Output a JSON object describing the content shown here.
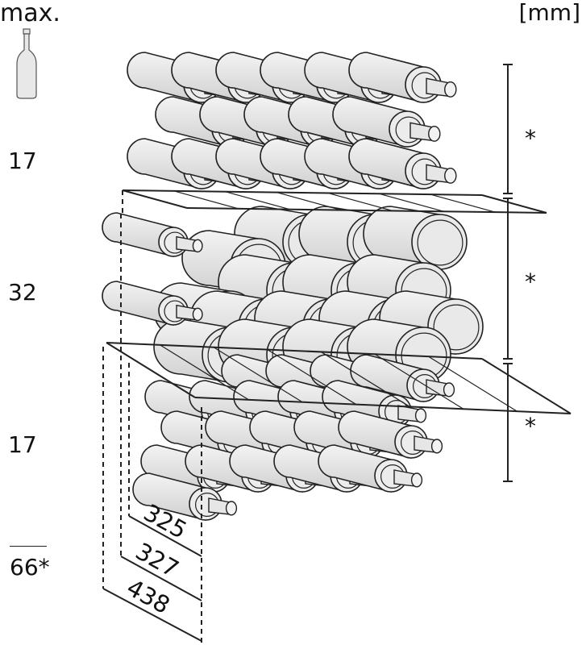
{
  "header": {
    "max_label": "max.",
    "unit_label": "[mm]"
  },
  "shelf_counts": {
    "top": "17",
    "middle": "32",
    "bottom": "17",
    "total": "66*"
  },
  "height_markers": {
    "top": "*",
    "middle": "*",
    "bottom": "*"
  },
  "depth_dimensions": {
    "d1": "325",
    "d2": "327",
    "d3": "438"
  },
  "icons": {
    "bottle": "wine-bottle-icon"
  },
  "colors": {
    "line": "#222222",
    "bottle_fill": "#e6e6e6",
    "bottle_fill_dark": "#d4d4d4"
  }
}
